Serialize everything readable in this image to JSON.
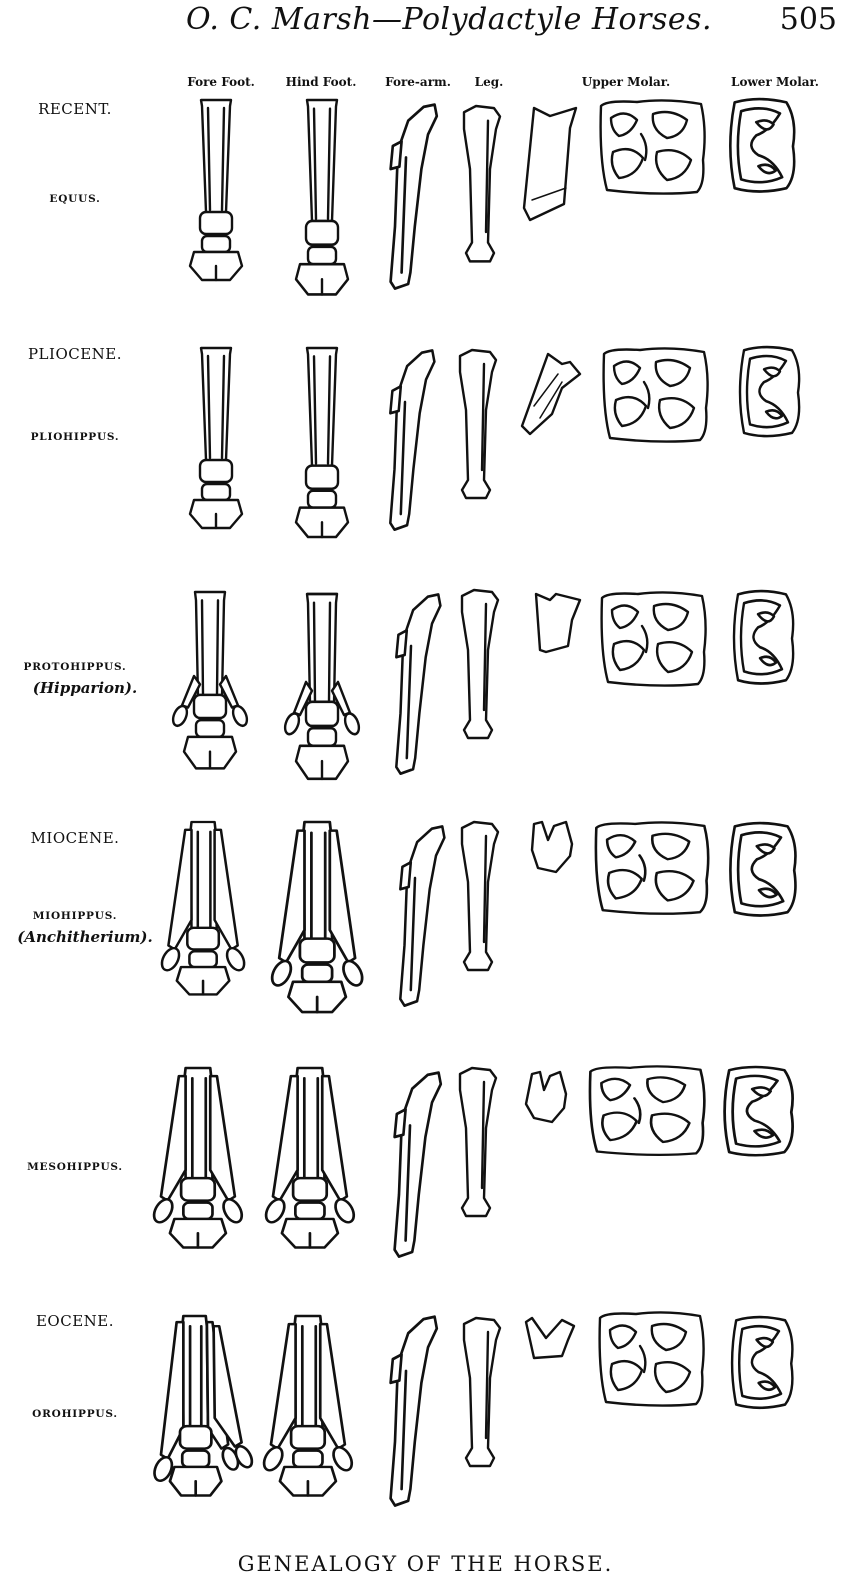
{
  "header": {
    "title": "O. C. Marsh—Polydactyle Horses.",
    "page_number": "505"
  },
  "columns": [
    "Fore Foot.",
    "Hind Foot.",
    "Fore-arm.",
    "Leg.",
    "Upper Molar.",
    "Lower Molar."
  ],
  "rows": [
    {
      "epoch": "RECENT.",
      "genus": "EQUUS.",
      "synonym": ""
    },
    {
      "epoch": "PLIOCENE.",
      "genus": "PLIOHIPPUS.",
      "synonym": ""
    },
    {
      "epoch": "",
      "genus": "PROTOHIPPUS.",
      "synonym": "(Hipparion)."
    },
    {
      "epoch": "MIOCENE.",
      "genus": "MIOHIPPUS.",
      "synonym": "(Anchitherium)."
    },
    {
      "epoch": "",
      "genus": "MESOHIPPUS.",
      "synonym": ""
    },
    {
      "epoch": "EOCENE.",
      "genus": "OROHIPPUS.",
      "synonym": ""
    }
  ],
  "caption": "GENEALOGY OF THE HORSE."
}
